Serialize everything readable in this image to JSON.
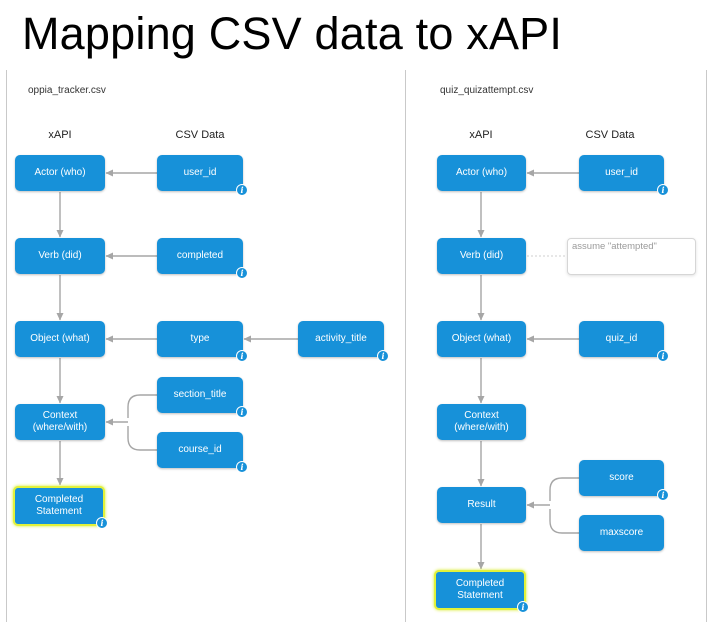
{
  "title": "Mapping CSV data to xAPI",
  "left": {
    "file": "oppia_tracker.csv",
    "head_xapi": "xAPI",
    "head_csv": "CSV Data",
    "actor": "Actor (who)",
    "verb": "Verb (did)",
    "object": "Object (what)",
    "context_line1": "Context",
    "context_line2": "(where/with)",
    "statement_line1": "Completed",
    "statement_line2": "Statement",
    "user_id": "user_id",
    "completed": "completed",
    "type": "type",
    "activity_title": "activity_title",
    "section_title": "section_title",
    "course_id": "course_id"
  },
  "right": {
    "file": "quiz_quizattempt.csv",
    "head_xapi": "xAPI",
    "head_csv": "CSV Data",
    "actor": "Actor (who)",
    "verb": "Verb (did)",
    "object": "Object (what)",
    "context_line1": "Context",
    "context_line2": "(where/with)",
    "result": "Result",
    "statement_line1": "Completed",
    "statement_line2": "Statement",
    "user_id": "user_id",
    "assume_note": "assume \"attempted\"",
    "quiz_id": "quiz_id",
    "score": "score",
    "maxscore": "maxscore"
  },
  "info_glyph": "i",
  "colors": {
    "node": "#1791d9",
    "final_border": "#e2f23a",
    "connector": "#a6a6a6",
    "divider": "#c9c9c9"
  }
}
